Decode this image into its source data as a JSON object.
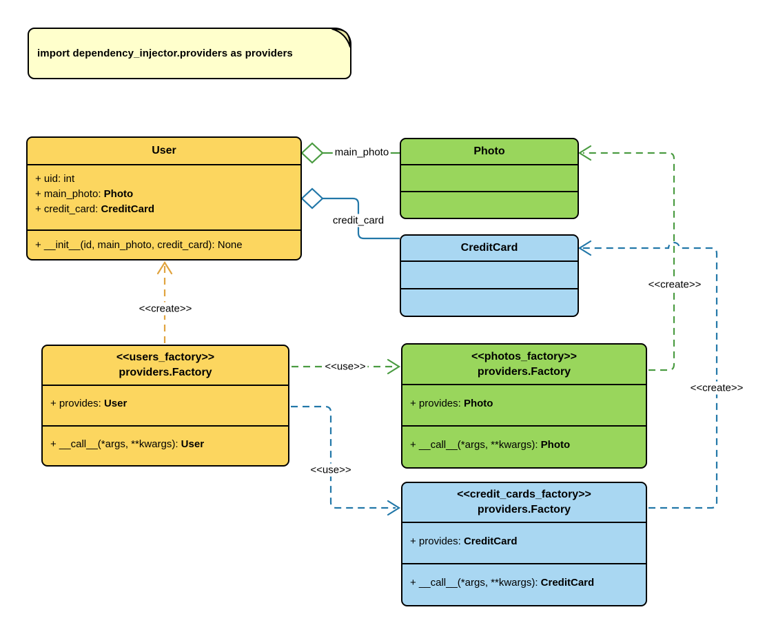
{
  "note": {
    "text": "import dependency_injector.providers as providers"
  },
  "classes": {
    "user": {
      "title": "User",
      "attributes": [
        {
          "text": "+ uid: int",
          "type": ""
        },
        {
          "text": "+ main_photo: ",
          "type": "Photo"
        },
        {
          "text": "+ credit_card: ",
          "type": "CreditCard"
        }
      ],
      "methods": [
        {
          "text": "+ __init__(id, main_photo, credit_card): None",
          "type": ""
        }
      ]
    },
    "photo": {
      "title": "Photo"
    },
    "credit_card": {
      "title": "CreditCard"
    },
    "users_factory": {
      "stereotype": "<<users_factory>>",
      "name": "providers.Factory",
      "attributes": [
        {
          "text": "+ provides: ",
          "type": "User"
        }
      ],
      "methods": [
        {
          "text": "+ __call__(*args, **kwargs): ",
          "type": "User"
        }
      ]
    },
    "photos_factory": {
      "stereotype": "<<photos_factory>>",
      "name": "providers.Factory",
      "attributes": [
        {
          "text": "+ provides: ",
          "type": "Photo"
        }
      ],
      "methods": [
        {
          "text": "+ __call__(*args, **kwargs): ",
          "type": "Photo"
        }
      ]
    },
    "credit_cards_factory": {
      "stereotype": "<<credit_cards_factory>>",
      "name": "providers.Factory",
      "attributes": [
        {
          "text": "+ provides: ",
          "type": "CreditCard"
        }
      ],
      "methods": [
        {
          "text": "+ __call__(*args, **kwargs): ",
          "type": "CreditCard"
        }
      ]
    }
  },
  "edge_labels": {
    "main_photo": "main_photo",
    "credit_card": "credit_card",
    "create": "<<create>>",
    "use": "<<use>>"
  },
  "colors": {
    "yellow_fill": "#FCD65F",
    "yellow_stroke": "#E0A33E",
    "green_fill": "#99D65C",
    "green_stroke": "#4A9B41",
    "blue_fill": "#A9D7F2",
    "blue_stroke": "#2277A8",
    "note_fill": "#FFFFCC",
    "note_fold": "#E9E6A3",
    "border": "#000000"
  }
}
